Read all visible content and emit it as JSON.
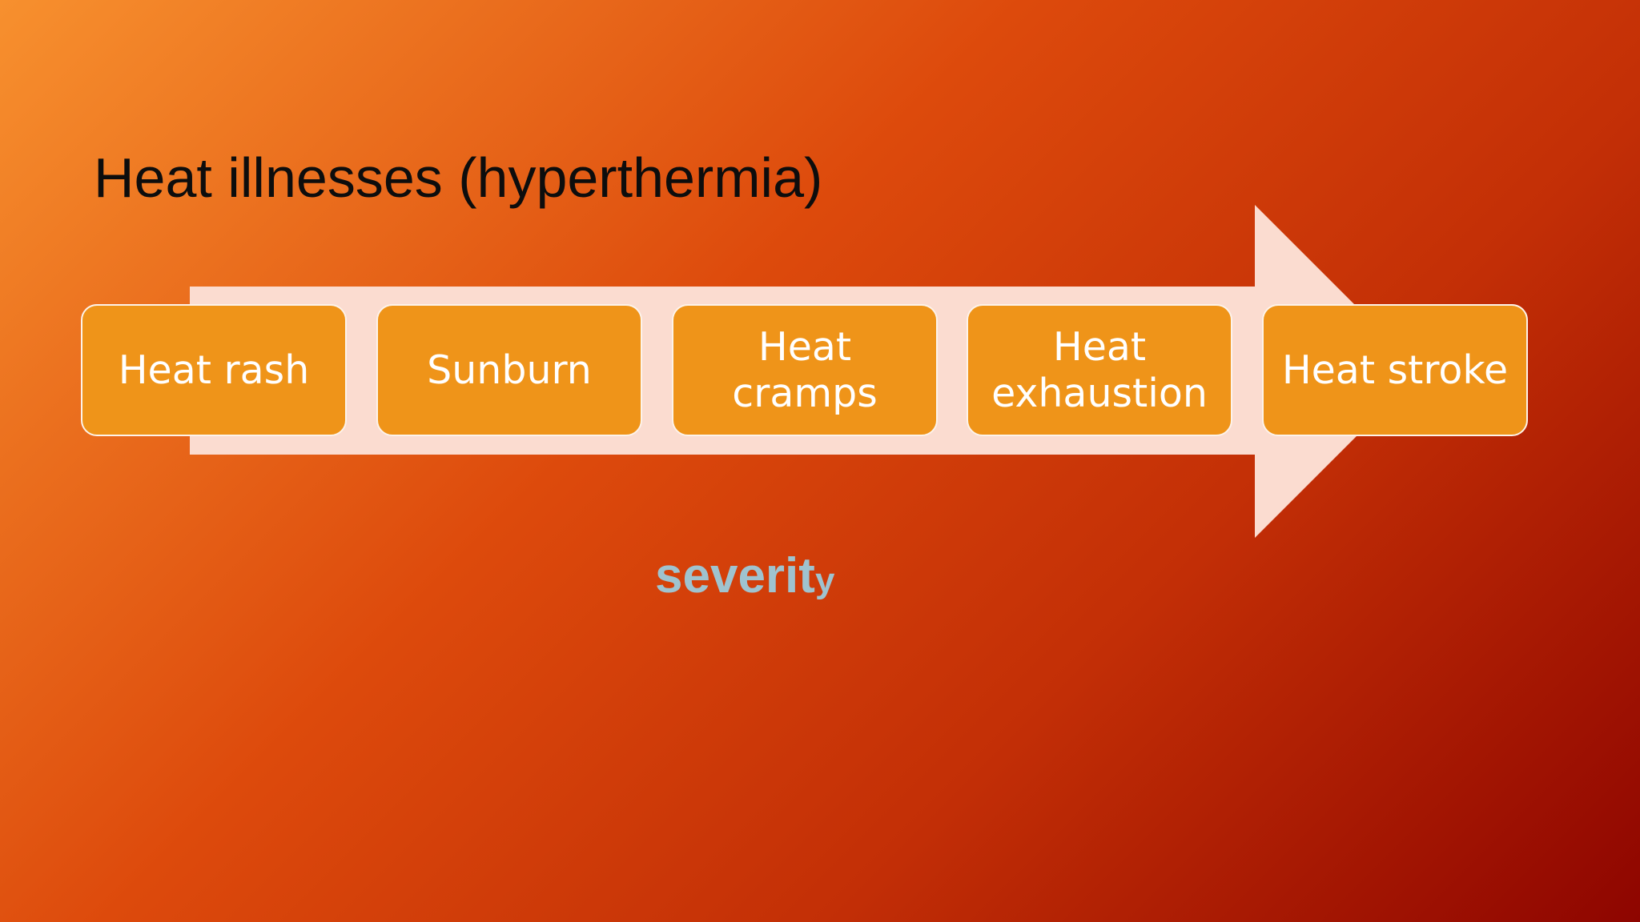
{
  "slide": {
    "title": "Heat illnesses (hyperthermia)",
    "caption_main": "severit",
    "caption_tail": "y"
  },
  "steps": [
    "Heat rash",
    "Sunburn",
    "Heat cramps",
    "Heat exhaustion",
    "Heat stroke"
  ],
  "colors": {
    "background_light": "#f7902e",
    "background_dark": "#8e0500",
    "arrow": "#fbdcd0",
    "box_fill": "#ef9419",
    "box_border": "#fdf3ea",
    "box_text": "#ffffff",
    "caption": "#9fc3cf",
    "title": "#0d0d0d"
  }
}
